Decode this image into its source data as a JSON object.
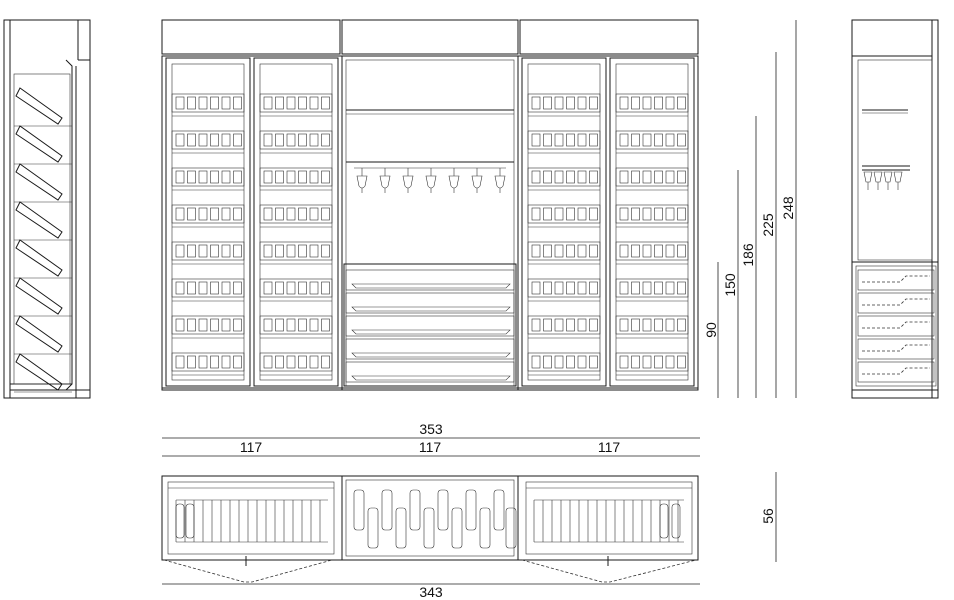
{
  "dimensions": {
    "total_width": "353",
    "module_widths": [
      "117",
      "117",
      "117"
    ],
    "heights": [
      "90",
      "150",
      "186",
      "225",
      "248"
    ],
    "depth": "56",
    "inner_width": "343"
  },
  "colors": {
    "line": "#1a1a1a",
    "background": "#ffffff"
  }
}
